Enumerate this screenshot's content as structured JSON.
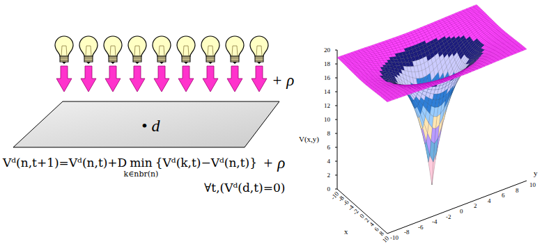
{
  "diagram": {
    "nodes": [
      {
        "text": [
          "• d"
        ]
      }
    ],
    "labels": [
      "+ ρ",
      "Vᵈ(n,t+1)=Vᵈ(n,t)+D",
      "min",
      "k∈nbr(n)",
      "{Vᵈ(k,t)−Vᵈ(n,t)}",
      "+ ρ",
      "∀t,(Vᵈ(d,t)=0)",
      "V(x,y)",
      "x",
      "y",
      "0",
      "2",
      "4",
      "6",
      "8",
      "10",
      "12",
      "14",
      "16",
      "18",
      "20",
      "-10",
      "-8",
      "-6",
      "-4",
      "-2",
      "0",
      "2",
      "4",
      "6",
      "8",
      "10",
      "-10",
      "-8",
      "-6",
      "-4",
      "-2",
      "0",
      "2",
      "4",
      "6",
      "8",
      "10"
    ]
  }
}
